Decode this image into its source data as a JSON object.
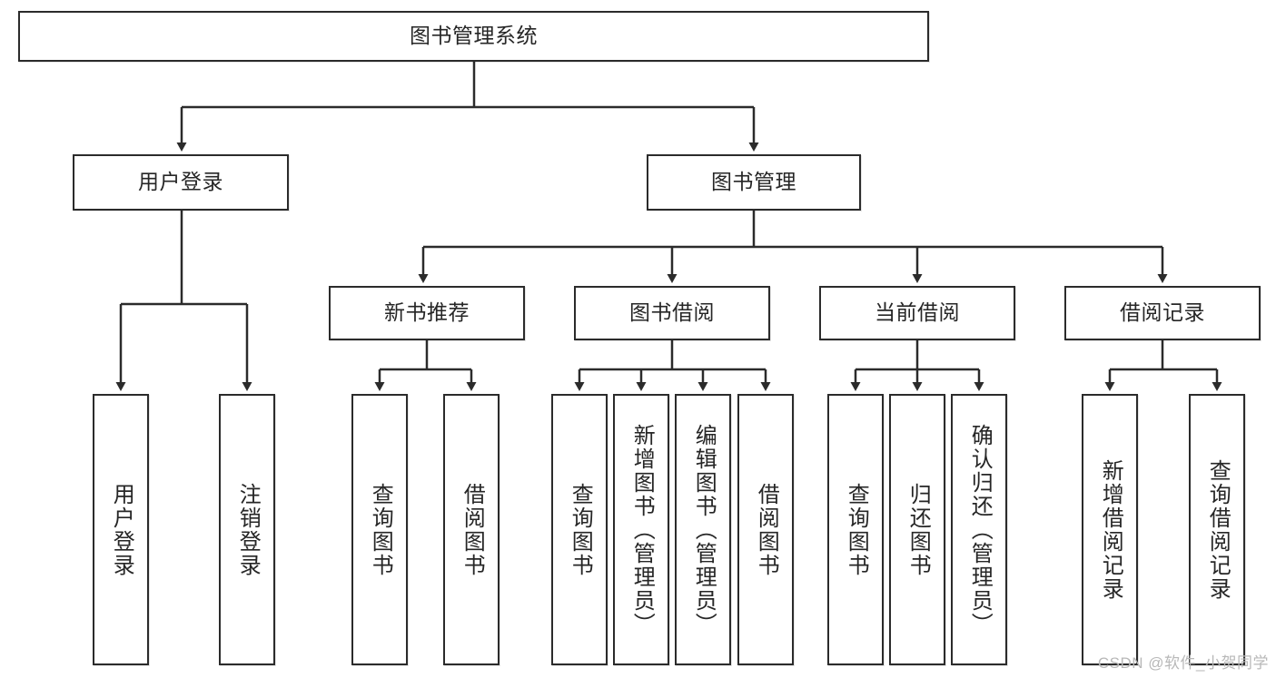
{
  "diagram": {
    "title": "图书管理系统",
    "watermark": "CSDN @软件_小贺同学",
    "colors": {
      "stroke": "#2b2b2b",
      "box_fill": "#ffffff",
      "text": "#262626",
      "watermark": "#b8b8b8",
      "background": "#ffffff"
    },
    "levels": {
      "root": {
        "label": "图书管理系统"
      },
      "level2": [
        {
          "id": "user-login",
          "label": "用户登录"
        },
        {
          "id": "book-management",
          "label": "图书管理"
        }
      ],
      "level3": [
        {
          "id": "new-book-recommend",
          "label": "新书推荐",
          "parent": "book-management"
        },
        {
          "id": "book-borrow",
          "label": "图书借阅",
          "parent": "book-management"
        },
        {
          "id": "current-borrow",
          "label": "当前借阅",
          "parent": "book-management"
        },
        {
          "id": "borrow-record",
          "label": "借阅记录",
          "parent": "book-management"
        }
      ],
      "leaves": [
        {
          "id": "leaf-user-login",
          "label": "用户登录",
          "parent": "user-login"
        },
        {
          "id": "leaf-logout-login",
          "label": "注销登录",
          "parent": "user-login"
        },
        {
          "id": "leaf-query-book-1",
          "label": "查询图书",
          "parent": "new-book-recommend"
        },
        {
          "id": "leaf-borrow-book-1",
          "label": "借阅图书",
          "parent": "new-book-recommend"
        },
        {
          "id": "leaf-query-book-2",
          "label": "查询图书",
          "parent": "book-borrow"
        },
        {
          "id": "leaf-add-book",
          "label": "新增图书（管理员）",
          "parent": "book-borrow"
        },
        {
          "id": "leaf-edit-book",
          "label": "编辑图书（管理员）",
          "parent": "book-borrow"
        },
        {
          "id": "leaf-borrow-book-2",
          "label": "借阅图书",
          "parent": "book-borrow"
        },
        {
          "id": "leaf-query-book-3",
          "label": "查询图书",
          "parent": "current-borrow"
        },
        {
          "id": "leaf-return-book",
          "label": "归还图书",
          "parent": "current-borrow"
        },
        {
          "id": "leaf-confirm-return",
          "label": "确认归还（管理员）",
          "parent": "current-borrow"
        },
        {
          "id": "leaf-add-record",
          "label": "新增借阅记录",
          "parent": "borrow-record"
        },
        {
          "id": "leaf-query-record",
          "label": "查询借阅记录",
          "parent": "borrow-record"
        }
      ]
    }
  }
}
